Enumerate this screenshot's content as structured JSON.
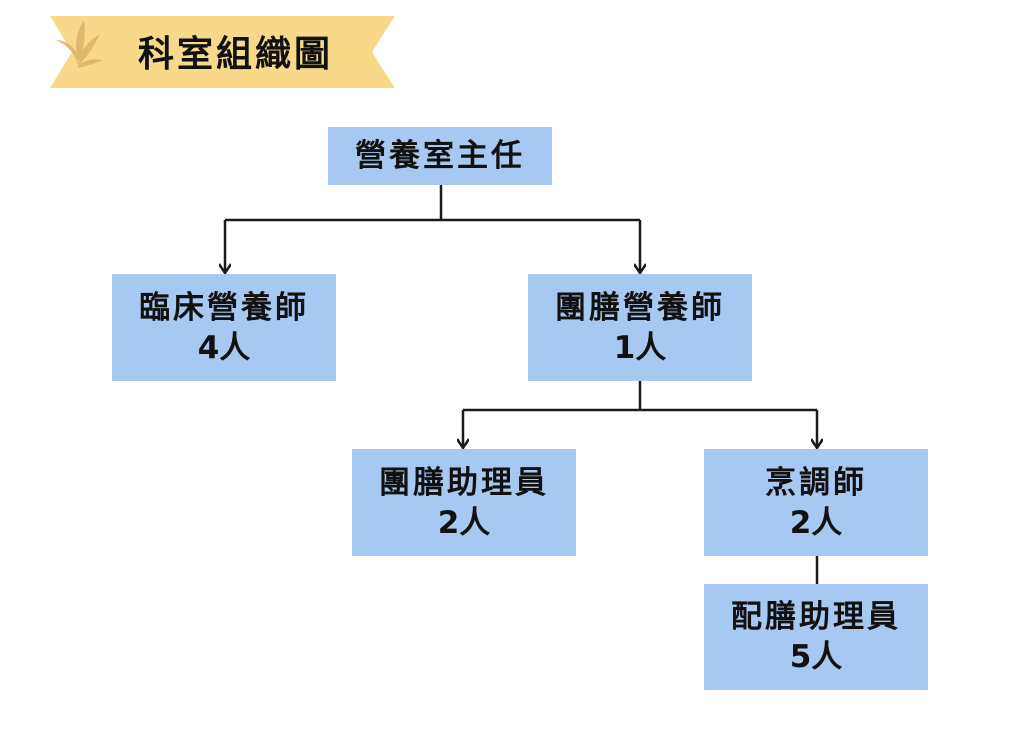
{
  "title": "科室組織圖",
  "nodes": {
    "director": {
      "role": "營養室主任"
    },
    "clinical": {
      "role": "臨床營養師",
      "count": "4人"
    },
    "foodservice": {
      "role": "團膳營養師",
      "count": "1人"
    },
    "food_assistant": {
      "role": "團膳助理員",
      "count": "2人"
    },
    "cook": {
      "role": "烹調師",
      "count": "2人"
    },
    "meal_assistant": {
      "role": "配膳助理員",
      "count": "5人"
    }
  },
  "colors": {
    "box": "#a7c8f0",
    "banner": "#f8d98a",
    "line": "#1a1a1a"
  },
  "icons": {
    "banner_decoration": "leaf-icon"
  }
}
